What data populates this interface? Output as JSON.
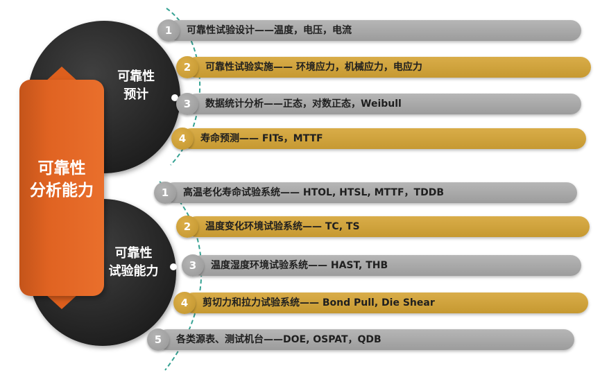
{
  "banner": {
    "title_line1": "可靠性",
    "title_line2": "分析能力"
  },
  "groups": [
    {
      "label_line1": "可靠性",
      "label_line2": "预计",
      "items": [
        {
          "num": "1",
          "style": "gray",
          "text": "可靠性试验设计——温度，电压，电流"
        },
        {
          "num": "2",
          "style": "gold",
          "text": "可靠性试验实施—— 环境应力，机械应力，电应力"
        },
        {
          "num": "3",
          "style": "gray",
          "text": "数据统计分析——正态，对数正态，Weibull"
        },
        {
          "num": "4",
          "style": "gold",
          "text": "寿命预测—— FITs，MTTF"
        }
      ]
    },
    {
      "label_line1": "可靠性",
      "label_line2": "试验能力",
      "items": [
        {
          "num": "1",
          "style": "gray",
          "text": "高温老化寿命试验系统—— HTOL, HTSL, MTTF，TDDB"
        },
        {
          "num": "2",
          "style": "gold",
          "text": "温度变化环境试验系统—— TC, TS"
        },
        {
          "num": "3",
          "style": "gray",
          "text": "温度湿度环境试验系统—— HAST, THB"
        },
        {
          "num": "4",
          "style": "gold",
          "text": "剪切力和拉力试验系统—— Bond Pull,  Die Shear"
        },
        {
          "num": "5",
          "style": "gray",
          "text": "各类源表、测试机台——DOE, OSPAT，QDB"
        }
      ]
    }
  ],
  "colors": {
    "orange": "#e2672a",
    "dark_circle": "#2b2b2b",
    "gray_bar": "#a8a8a8",
    "gold_bar": "#d0a33e",
    "teal_curve": "#36a293",
    "bar_text": "#1f1f1f"
  }
}
